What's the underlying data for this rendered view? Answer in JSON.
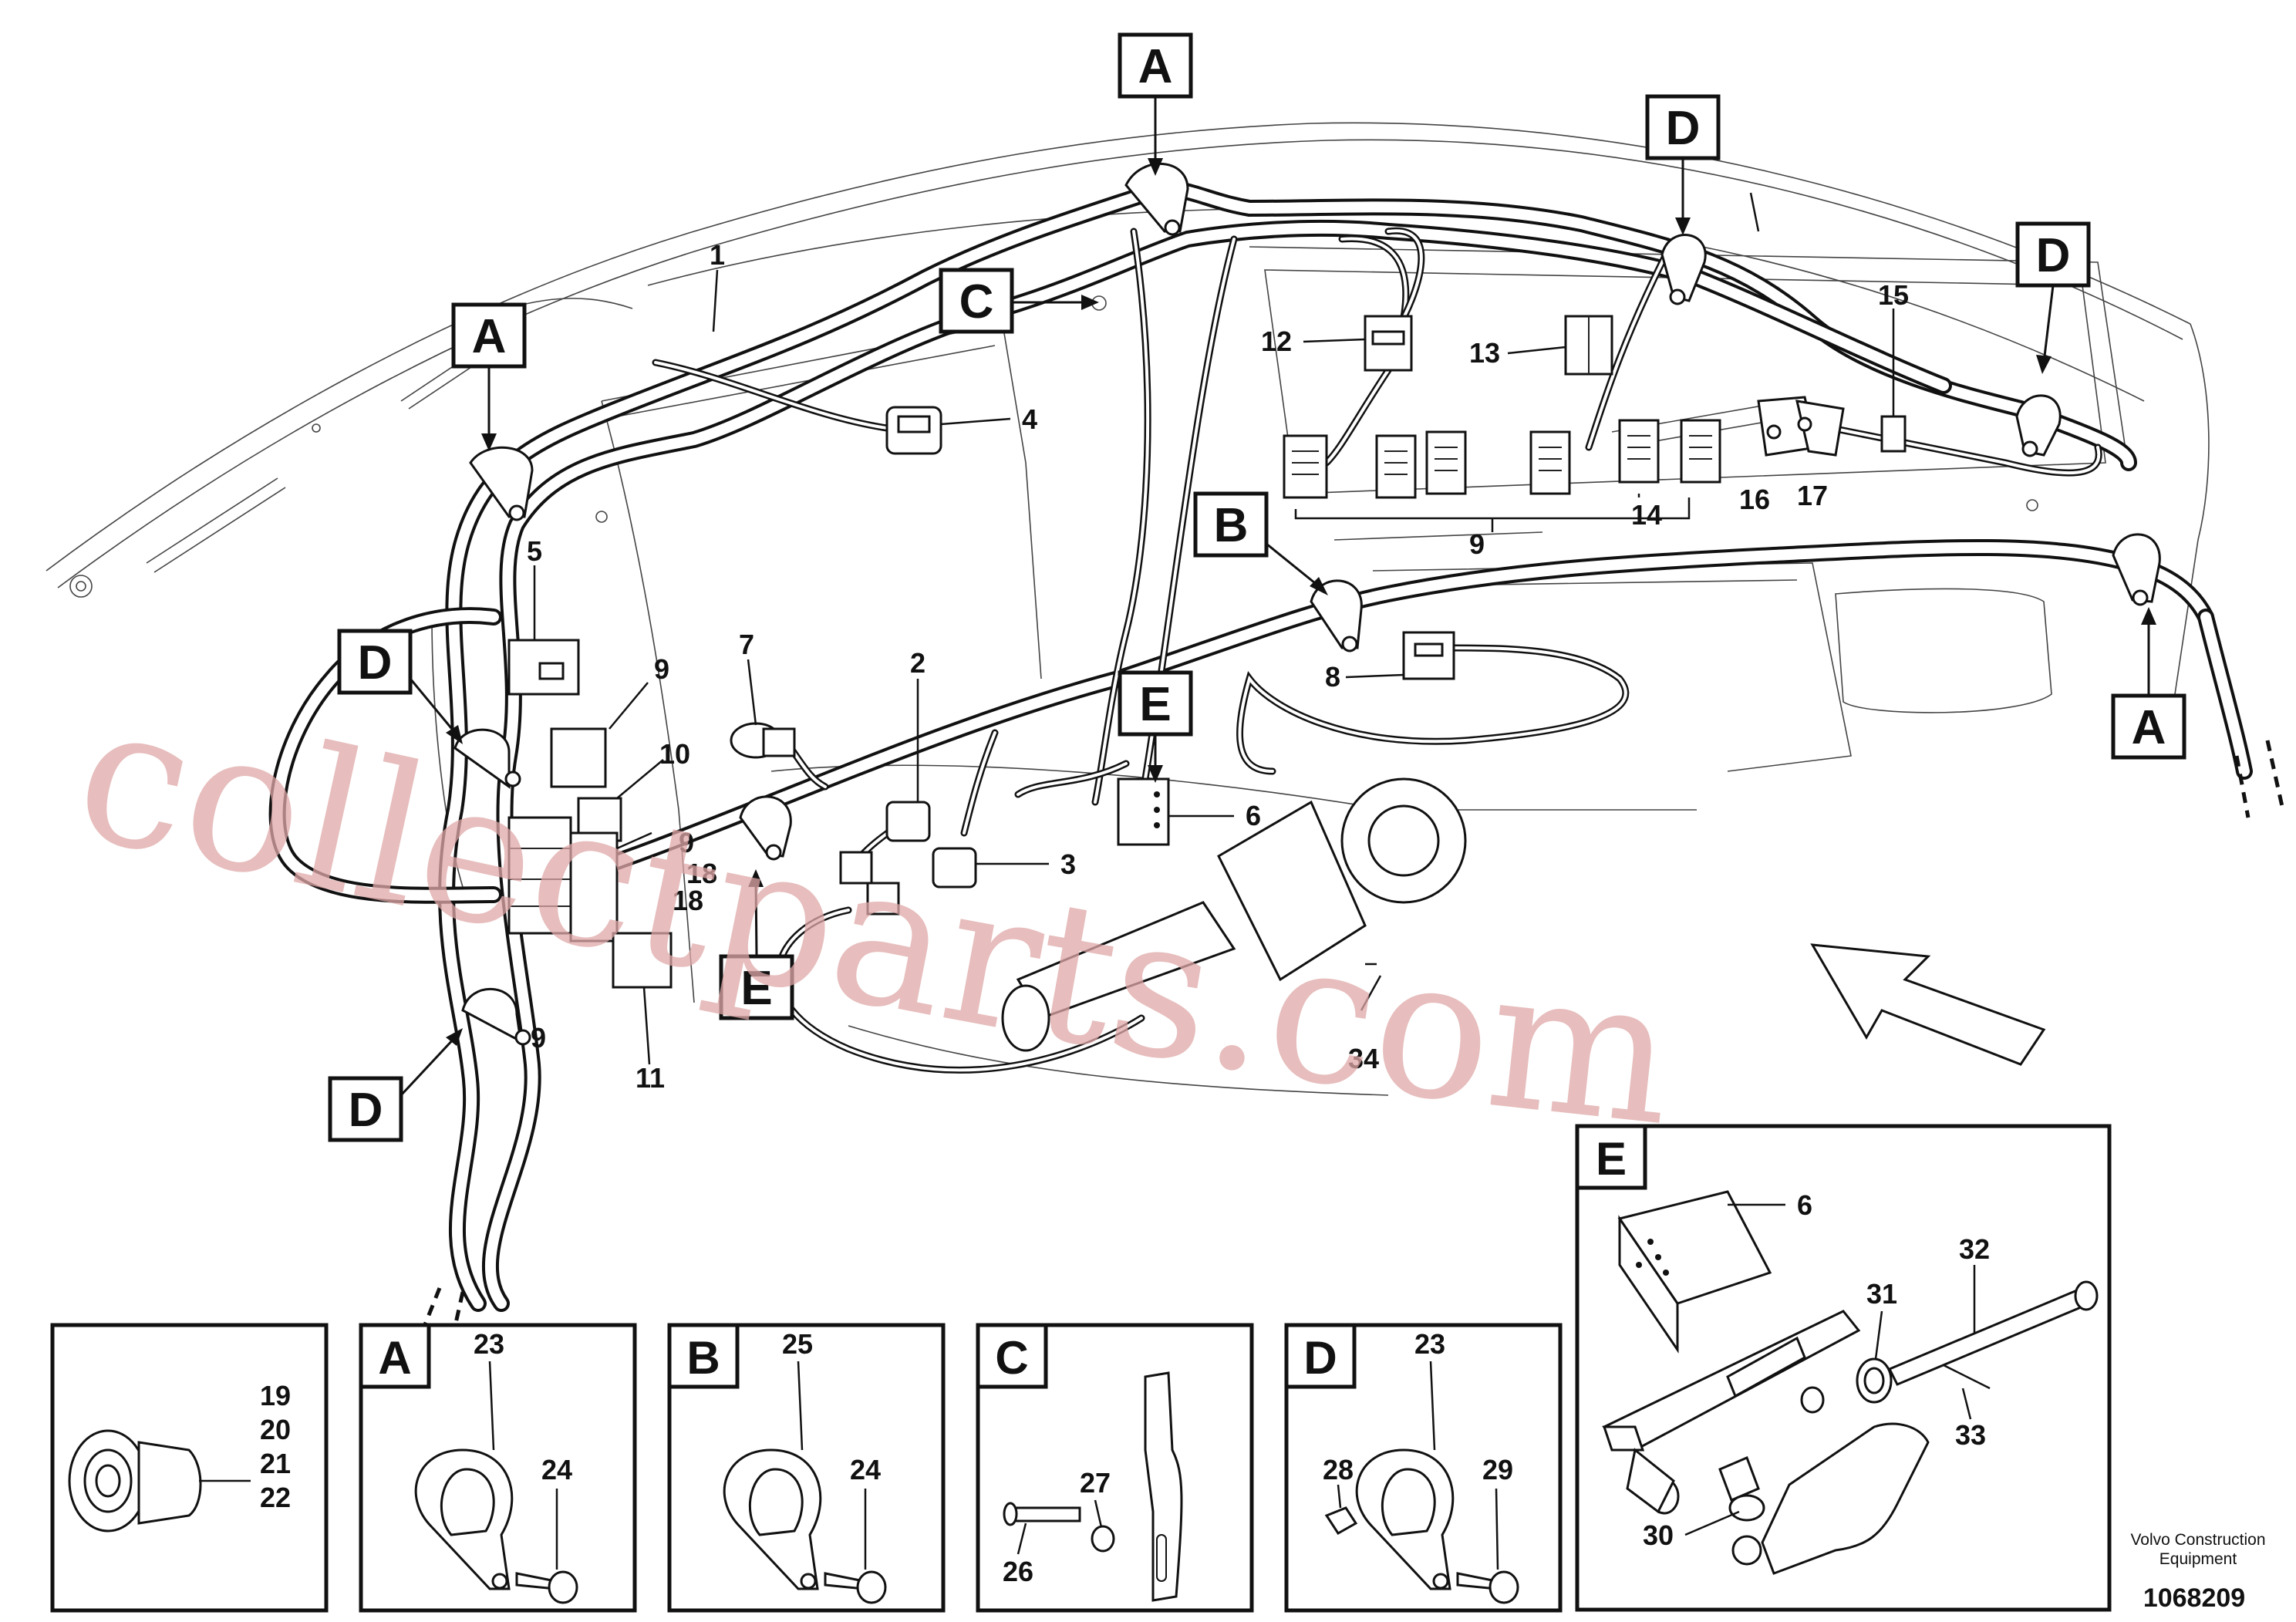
{
  "diagram": {
    "callout_letters": {
      "A": "A",
      "B": "B",
      "C": "C",
      "D": "D",
      "E": "E"
    },
    "main_callouts": [
      {
        "id": "c1",
        "text": "1"
      },
      {
        "id": "c2",
        "text": "2"
      },
      {
        "id": "c3",
        "text": "3"
      },
      {
        "id": "c4",
        "text": "4"
      },
      {
        "id": "c5",
        "text": "5"
      },
      {
        "id": "c6",
        "text": "6"
      },
      {
        "id": "c7",
        "text": "7"
      },
      {
        "id": "c8",
        "text": "8"
      },
      {
        "id": "c9a",
        "text": "9"
      },
      {
        "id": "c9b",
        "text": "9"
      },
      {
        "id": "c9c",
        "text": "9"
      },
      {
        "id": "c9d",
        "text": "9"
      },
      {
        "id": "c10",
        "text": "10"
      },
      {
        "id": "c11",
        "text": "11"
      },
      {
        "id": "c12",
        "text": "12"
      },
      {
        "id": "c13",
        "text": "13"
      },
      {
        "id": "c14",
        "text": "14"
      },
      {
        "id": "c15",
        "text": "15"
      },
      {
        "id": "c16",
        "text": "16"
      },
      {
        "id": "c17",
        "text": "17"
      },
      {
        "id": "c18a",
        "text": "18"
      },
      {
        "id": "c18b",
        "text": "18"
      },
      {
        "id": "c34",
        "text": "34"
      }
    ],
    "insets": {
      "plug": {
        "numbers": [
          "19",
          "20",
          "21",
          "22"
        ]
      },
      "A": {
        "letter": "A",
        "numbers": [
          "23",
          "24"
        ]
      },
      "B": {
        "letter": "B",
        "numbers": [
          "25",
          "24"
        ]
      },
      "C": {
        "letter": "C",
        "numbers": [
          "27",
          "26"
        ]
      },
      "D": {
        "letter": "D",
        "numbers": [
          "23",
          "28",
          "29"
        ]
      },
      "E": {
        "letter": "E",
        "numbers": [
          "6",
          "32",
          "31",
          "33",
          "30"
        ]
      }
    },
    "credit_line1": "Volvo Construction",
    "credit_line2": "Equipment",
    "drawing_number": "1068209",
    "watermark": "collectparts.com"
  }
}
